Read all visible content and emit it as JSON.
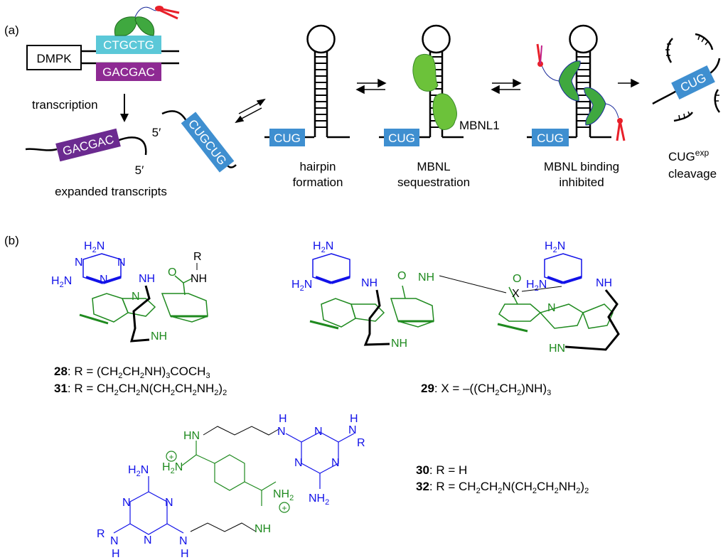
{
  "figure": {
    "panel_a": {
      "label": "(a)",
      "gene_box": "DMPK",
      "sense_repeat": "CTGCTG",
      "antisense_repeat": "GACGAC",
      "transcription_label": "transcription",
      "transcript_antisense": "GACGAC",
      "transcript_sense": "CUGCUG",
      "five_prime_1": "5′",
      "five_prime_2": "5′",
      "expanded_label": "expanded transcripts",
      "cug_box": "CUG",
      "stages": [
        {
          "line1": "hairpin",
          "line2": "formation"
        },
        {
          "line1": "MBNL",
          "line2": "sequestration"
        },
        {
          "line1": "MBNL binding",
          "line2": "inhibited"
        },
        {
          "line1": "CUG",
          "line1_sup": "exp",
          "line2": "cleavage"
        }
      ],
      "protein_label": "MBNL1",
      "colors": {
        "cyan_box": "#5bc8d8",
        "purple_box": "#8e2a93",
        "cug_blue": "#3f8fd0",
        "protein_green": "#3fa83f",
        "scissors_red": "#e8202a",
        "linker_blue": "#1a2a9a"
      }
    },
    "panel_b": {
      "label": "(b)",
      "atoms": {
        "H2N": "H2N",
        "NH": "NH",
        "N": "N",
        "O": "O",
        "R": "R",
        "X": "X",
        "HN": "HN",
        "NH2": "NH2",
        "H": "H"
      },
      "compounds": [
        {
          "id": "28",
          "desc": "R = (CH2CH2NH)3COCH3"
        },
        {
          "id": "31",
          "desc": "R = CH2CH2N(CH2CH2NH2)2"
        },
        {
          "id": "29",
          "desc": "X = –((CH2CH2)NH)3"
        },
        {
          "id": "30",
          "desc": "R = H"
        },
        {
          "id": "32",
          "desc": "R = CH2CH2N(CH2CH2NH2)2"
        }
      ],
      "colors": {
        "triazine_blue": "#1212e8",
        "acridine_green": "#1f8a1f"
      }
    }
  }
}
